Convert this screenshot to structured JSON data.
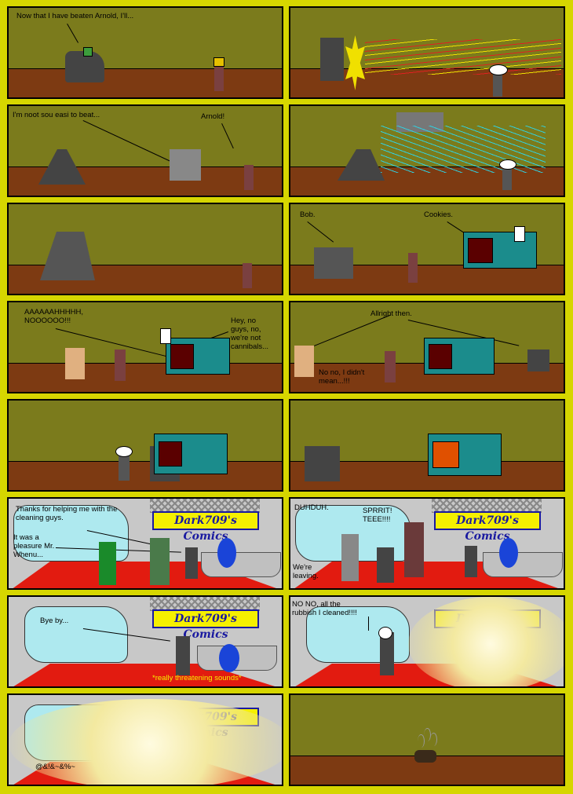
{
  "comic": {
    "background_color": "#d6d600",
    "logo_text": "Dark709's Comics",
    "panels": [
      {
        "id": 1,
        "speech": [
          "Now that I have beaten Arnold, I'll..."
        ]
      },
      {
        "id": 2,
        "speech": []
      },
      {
        "id": 3,
        "speech": [
          "I'm noot sou easi to beat...",
          "Arnold!"
        ]
      },
      {
        "id": 4,
        "speech": []
      },
      {
        "id": 5,
        "speech": []
      },
      {
        "id": 6,
        "speech": [
          "Bob.",
          "Cookies."
        ]
      },
      {
        "id": 7,
        "speech": [
          "AAAAAAHHHHH,\nNOOOOOO!!!",
          "Hey, no\nguys, no,\nwe're not\ncannibals..."
        ]
      },
      {
        "id": 8,
        "speech": [
          "Allright then.",
          "No no, I didn't\nmean...!!!"
        ]
      },
      {
        "id": 9,
        "speech": []
      },
      {
        "id": 10,
        "speech": []
      },
      {
        "id": 11,
        "speech": [
          "Thanks for helping me with the\ncleaning guys.",
          "It was a\npleasure Mr.\nWhenu..."
        ]
      },
      {
        "id": 12,
        "speech": [
          "DUHDUH.",
          "SPRRIT!\nTEEE!!!!",
          "We're\nleaving."
        ]
      },
      {
        "id": 13,
        "speech": [
          "Bye by...",
          "*really threatening sounds*"
        ]
      },
      {
        "id": 14,
        "speech": [
          "NO NO, all the\nrubbish I cleaned!!!!"
        ]
      },
      {
        "id": 15,
        "speech": [
          "@&!&~&%~"
        ]
      },
      {
        "id": 16,
        "speech": []
      }
    ]
  },
  "colors": {
    "wall": "#7b7b1c",
    "floor": "#7d3a12",
    "oven": "#1b8c8c",
    "carpet": "#e21b10",
    "window": "#aee9ef",
    "logo_bg": "#f5f000",
    "logo_fg": "#1a1aa0"
  }
}
